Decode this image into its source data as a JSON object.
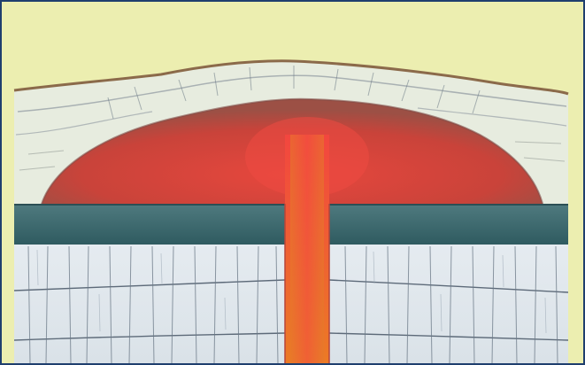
{
  "diagram": {
    "kind": "laccolith-cross-section",
    "components": {
      "overburden": "uplifted-cover-strata",
      "intrusion": "domed-magma-body",
      "conduit": "feeder-stem",
      "capping_layer": "dark-sill-layer",
      "host_rock": "fractured-bedded-strata"
    },
    "colors": {
      "background": "#eceeb0",
      "border": "#1f3f6e",
      "cover_rock": "#e7ecdf",
      "cover_lines": "#8a8f84",
      "magma_outer": "#b8483a",
      "magma_inner": "#e7473d",
      "stem_core": "#f2503e",
      "stem_edge": "#e57a2a",
      "cap_layer": "#3e6b70",
      "strata_light": "#dfe6ec",
      "strata_lines": "#5d6a79"
    }
  }
}
